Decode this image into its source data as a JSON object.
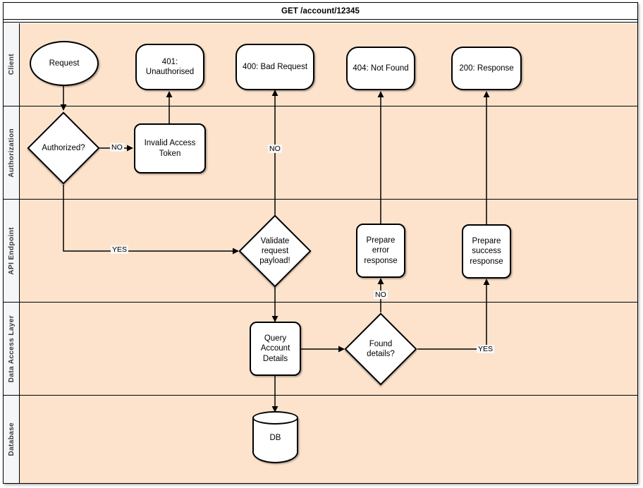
{
  "diagram": {
    "title": "GET /account/12345",
    "type": "swimlane-flowchart",
    "colors": {
      "lane_background": "#fde3cc",
      "lane_label_background": "#f4f6f8",
      "node_fill": "#ffffff",
      "stroke": "#000000",
      "edge_label_background": "#f7f7f7"
    }
  },
  "lanes": [
    {
      "id": "client",
      "label": "Client"
    },
    {
      "id": "authorization",
      "label": "Authorization"
    },
    {
      "id": "api-endpoint",
      "label": "API Endpoint"
    },
    {
      "id": "data-access-layer",
      "label": "Data Access Layer"
    },
    {
      "id": "database",
      "label": "Database"
    }
  ],
  "nodes": {
    "request": {
      "label": "Request",
      "shape": "ellipse",
      "lane": "client"
    },
    "unauthorised": {
      "label": "401:\nUnauthorised",
      "line1": "401:",
      "line2": "Unauthorised",
      "shape": "rounded",
      "lane": "client"
    },
    "bad_request": {
      "label": "400: Bad Request",
      "shape": "rounded",
      "lane": "client"
    },
    "not_found": {
      "label": "404: Not Found",
      "shape": "rounded",
      "lane": "client"
    },
    "response_200": {
      "label": "200: Response",
      "shape": "rounded",
      "lane": "client"
    },
    "authorized": {
      "label": "Authorized?",
      "shape": "diamond",
      "lane": "authorization"
    },
    "invalid_token": {
      "line1": "Invalid Access",
      "line2": "Token",
      "shape": "rounded-rect",
      "lane": "authorization"
    },
    "validate_payload": {
      "line1": "Validate",
      "line2": "request",
      "line3": "payload!",
      "shape": "diamond",
      "lane": "api-endpoint"
    },
    "prepare_error": {
      "line1": "Prepare",
      "line2": "error",
      "line3": "response",
      "shape": "rounded-rect",
      "lane": "api-endpoint"
    },
    "prepare_success": {
      "line1": "Prepare",
      "line2": "success",
      "line3": "response",
      "shape": "rounded-rect",
      "lane": "api-endpoint"
    },
    "query_account": {
      "line1": "Query",
      "line2": "Account",
      "line3": "Details",
      "shape": "rounded-rect",
      "lane": "data-access-layer"
    },
    "found_details": {
      "line1": "Found",
      "line2": "details?",
      "shape": "diamond",
      "lane": "data-access-layer"
    },
    "db": {
      "label": "DB",
      "shape": "cylinder",
      "lane": "database"
    }
  },
  "edge_labels": {
    "auth_no": "NO",
    "auth_yes": "YES",
    "validate_no": "NO",
    "found_no": "NO",
    "found_yes": "YES"
  },
  "edges": [
    {
      "from": "request",
      "to": "authorized",
      "label": ""
    },
    {
      "from": "authorized",
      "to": "invalid_token",
      "label": "NO"
    },
    {
      "from": "invalid_token",
      "to": "unauthorised",
      "label": ""
    },
    {
      "from": "authorized",
      "to": "validate_payload",
      "label": "YES"
    },
    {
      "from": "validate_payload",
      "to": "bad_request",
      "label": "NO"
    },
    {
      "from": "validate_payload",
      "to": "query_account",
      "label": ""
    },
    {
      "from": "query_account",
      "to": "db",
      "label": ""
    },
    {
      "from": "query_account",
      "to": "found_details",
      "label": ""
    },
    {
      "from": "found_details",
      "to": "prepare_error",
      "label": "NO"
    },
    {
      "from": "prepare_error",
      "to": "not_found",
      "label": ""
    },
    {
      "from": "found_details",
      "to": "prepare_success",
      "label": "YES"
    },
    {
      "from": "prepare_success",
      "to": "response_200",
      "label": ""
    }
  ]
}
